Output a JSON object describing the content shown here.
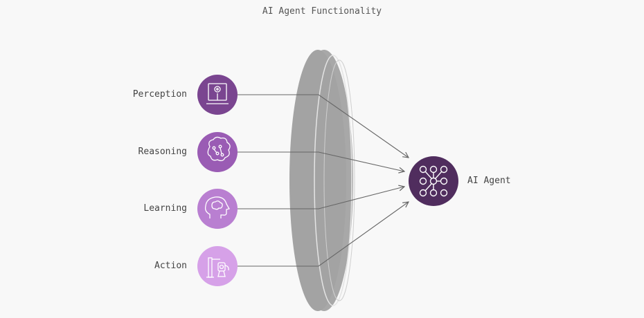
{
  "title": "AI Agent Functionality",
  "inputs": [
    {
      "label": "Perception",
      "icon": "picture-frame-icon",
      "color": "#7a4590"
    },
    {
      "label": "Reasoning",
      "icon": "brain-circuit-icon",
      "color": "#9a5cb4"
    },
    {
      "label": "Learning",
      "icon": "head-brain-icon",
      "color": "#b97fd1"
    },
    {
      "label": "Action",
      "icon": "robot-arm-icon",
      "color": "#d6a1e8"
    }
  ],
  "output": {
    "label": "AI Agent",
    "icon": "network-nodes-icon",
    "color": "#502d5e"
  },
  "colors": {
    "background": "#f8f8f8",
    "lens": "#a3a3a3",
    "lens_edge": "#b5b5b5",
    "arrow": "#666666"
  }
}
